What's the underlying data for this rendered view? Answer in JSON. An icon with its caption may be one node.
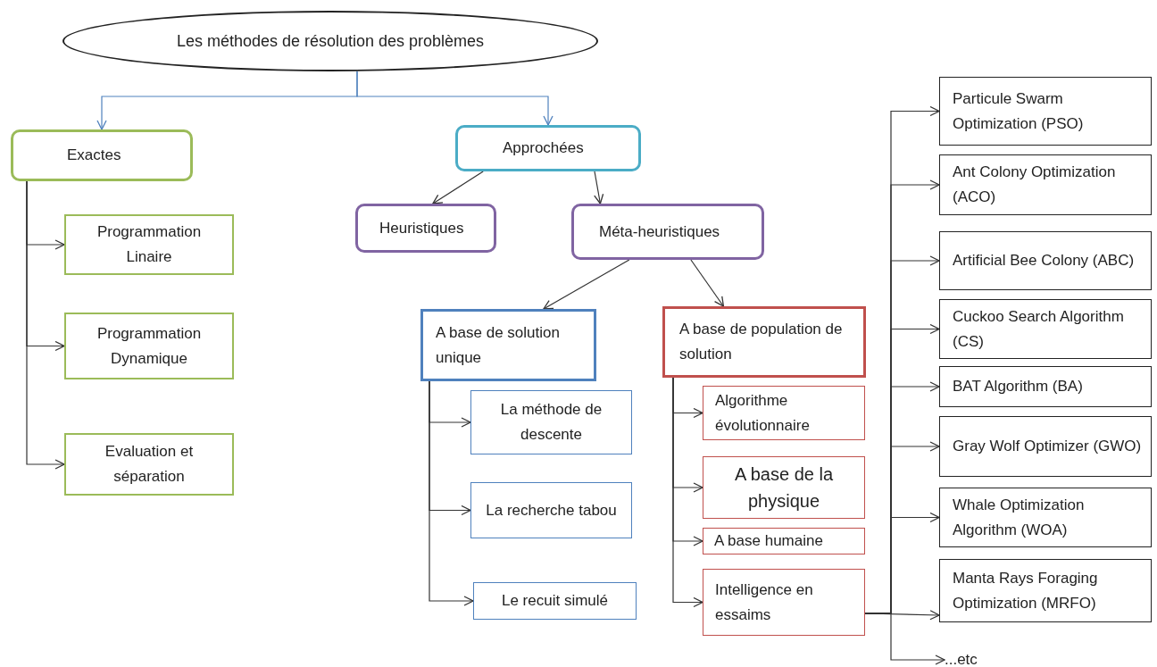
{
  "diagram": {
    "nodes": [
      {
        "text": [
          "Les méthodes de résolution des problèmes"
        ]
      },
      {
        "text": [
          "Exactes"
        ]
      },
      {
        "text": [
          "Approchées"
        ]
      },
      {
        "text": [
          "Heuristiques"
        ]
      },
      {
        "text": [
          "Méta-heuristiques"
        ]
      },
      {
        "text": [
          "Programmation Linaire"
        ]
      },
      {
        "text": [
          "Programmation Dynamique"
        ]
      },
      {
        "text": [
          "Evaluation et séparation"
        ]
      },
      {
        "text": [
          "A base de solution unique"
        ]
      },
      {
        "text": [
          "A base de population de solution"
        ]
      },
      {
        "text": [
          "La méthode de descente"
        ]
      },
      {
        "text": [
          "La recherche tabou"
        ]
      },
      {
        "text": [
          "Le recuit simulé"
        ]
      },
      {
        "text": [
          "Algorithme évolutionnaire"
        ]
      },
      {
        "text": [
          "A base de la physique"
        ]
      },
      {
        "text": [
          "A base humaine"
        ]
      },
      {
        "text": [
          "Intelligence en essaims"
        ]
      },
      {
        "text": [
          "Particule Swarm Optimization (PSO)"
        ]
      },
      {
        "text": [
          "Ant Colony Optimization (ACO)"
        ]
      },
      {
        "text": [
          "Artificial Bee Colony (ABC)"
        ]
      },
      {
        "text": [
          "Cuckoo Search Algorithm (CS)"
        ]
      },
      {
        "text": [
          "BAT Algorithm  (BA)"
        ]
      },
      {
        "text": [
          "Gray Wolf Optimizer (GWO)"
        ]
      },
      {
        "text": [
          "Whale Optimization Algorithm (WOA)"
        ]
      },
      {
        "text": [
          "Manta Rays Foraging Optimization (MRFO)"
        ]
      },
      {
        "text": [
          "...etc"
        ]
      }
    ],
    "edges": [
      {
        "from": 0,
        "to": 1,
        "arrow": "to",
        "color": "#4f81bd"
      },
      {
        "from": 0,
        "to": 2,
        "arrow": "to",
        "color": "#4f81bd"
      },
      {
        "from": 1,
        "to": 5,
        "arrow": "to"
      },
      {
        "from": 1,
        "to": 6,
        "arrow": "to"
      },
      {
        "from": 1,
        "to": 7,
        "arrow": "to"
      },
      {
        "from": 2,
        "to": 3,
        "arrow": "to"
      },
      {
        "from": 2,
        "to": 4,
        "arrow": "to"
      },
      {
        "from": 4,
        "to": 8,
        "arrow": "to"
      },
      {
        "from": 4,
        "to": 9,
        "arrow": "to"
      },
      {
        "from": 8,
        "to": 10,
        "arrow": "to"
      },
      {
        "from": 8,
        "to": 11,
        "arrow": "to"
      },
      {
        "from": 8,
        "to": 12,
        "arrow": "to"
      },
      {
        "from": 9,
        "to": 13,
        "arrow": "to"
      },
      {
        "from": 9,
        "to": 14,
        "arrow": "to"
      },
      {
        "from": 9,
        "to": 15,
        "arrow": "to"
      },
      {
        "from": 9,
        "to": 16,
        "arrow": "to"
      },
      {
        "from": 16,
        "to": 17,
        "arrow": "to"
      },
      {
        "from": 16,
        "to": 18,
        "arrow": "to"
      },
      {
        "from": 16,
        "to": 19,
        "arrow": "to"
      },
      {
        "from": 16,
        "to": 20,
        "arrow": "to"
      },
      {
        "from": 16,
        "to": 21,
        "arrow": "to"
      },
      {
        "from": 16,
        "to": 22,
        "arrow": "to"
      },
      {
        "from": 16,
        "to": 23,
        "arrow": "to"
      },
      {
        "from": 16,
        "to": 24,
        "arrow": "to"
      },
      {
        "from": 16,
        "to": 25,
        "arrow": "to"
      }
    ]
  }
}
